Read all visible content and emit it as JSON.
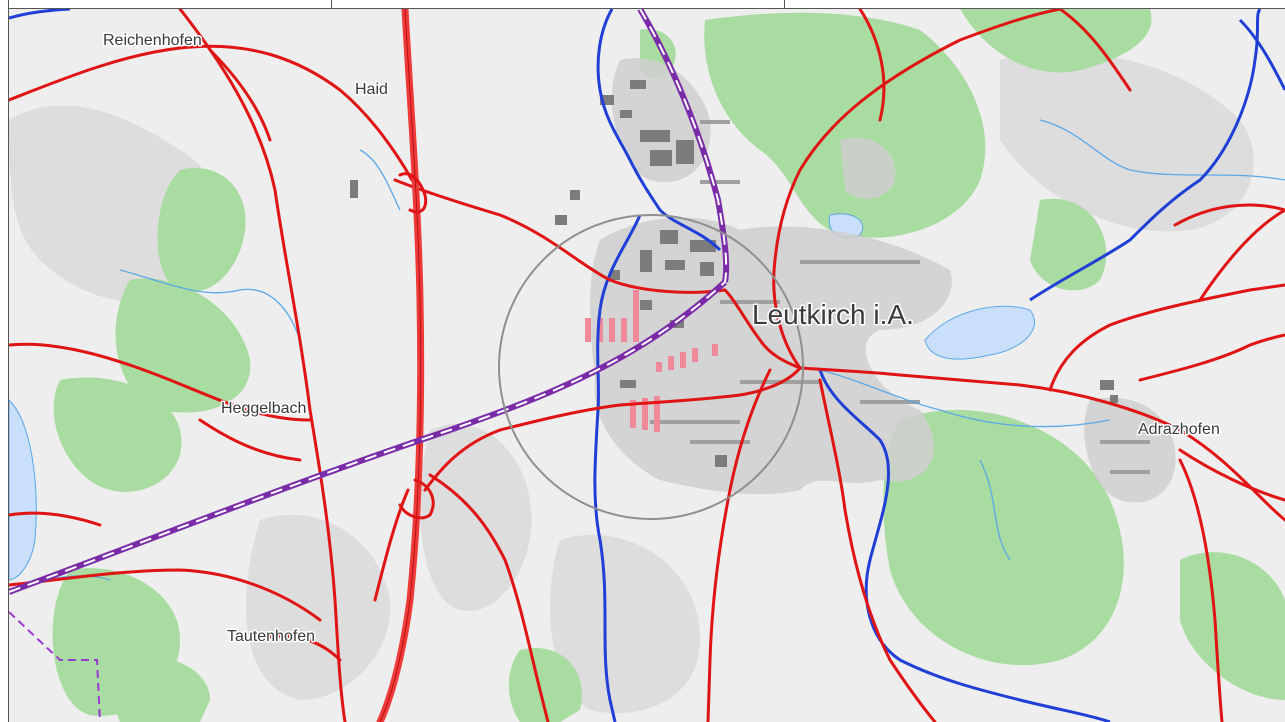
{
  "map": {
    "places": {
      "reichenhofen": "Reichenhofen",
      "haid": "Haid",
      "leutkirch": "Leutkirch i.A.",
      "heggelbach": "Heggelbach",
      "adrazhofen": "Adrazhofen",
      "tautenhofen": "Tautenhofen"
    },
    "colors": {
      "terrain": "#eeeeee",
      "forest": "#a9dca0",
      "water": "#c9dffb",
      "river": "#1f3fd6",
      "stream": "#5aa8e8",
      "road": "#e01414",
      "motorway": "#ef3a3a",
      "railway": "#7a2ca8",
      "boundary": "#9a3ad0",
      "urban": "#cfcfcf",
      "buildings": "#7c7c7c",
      "planning_area": "#f08a9a",
      "circle": "#8f8f8f"
    }
  }
}
